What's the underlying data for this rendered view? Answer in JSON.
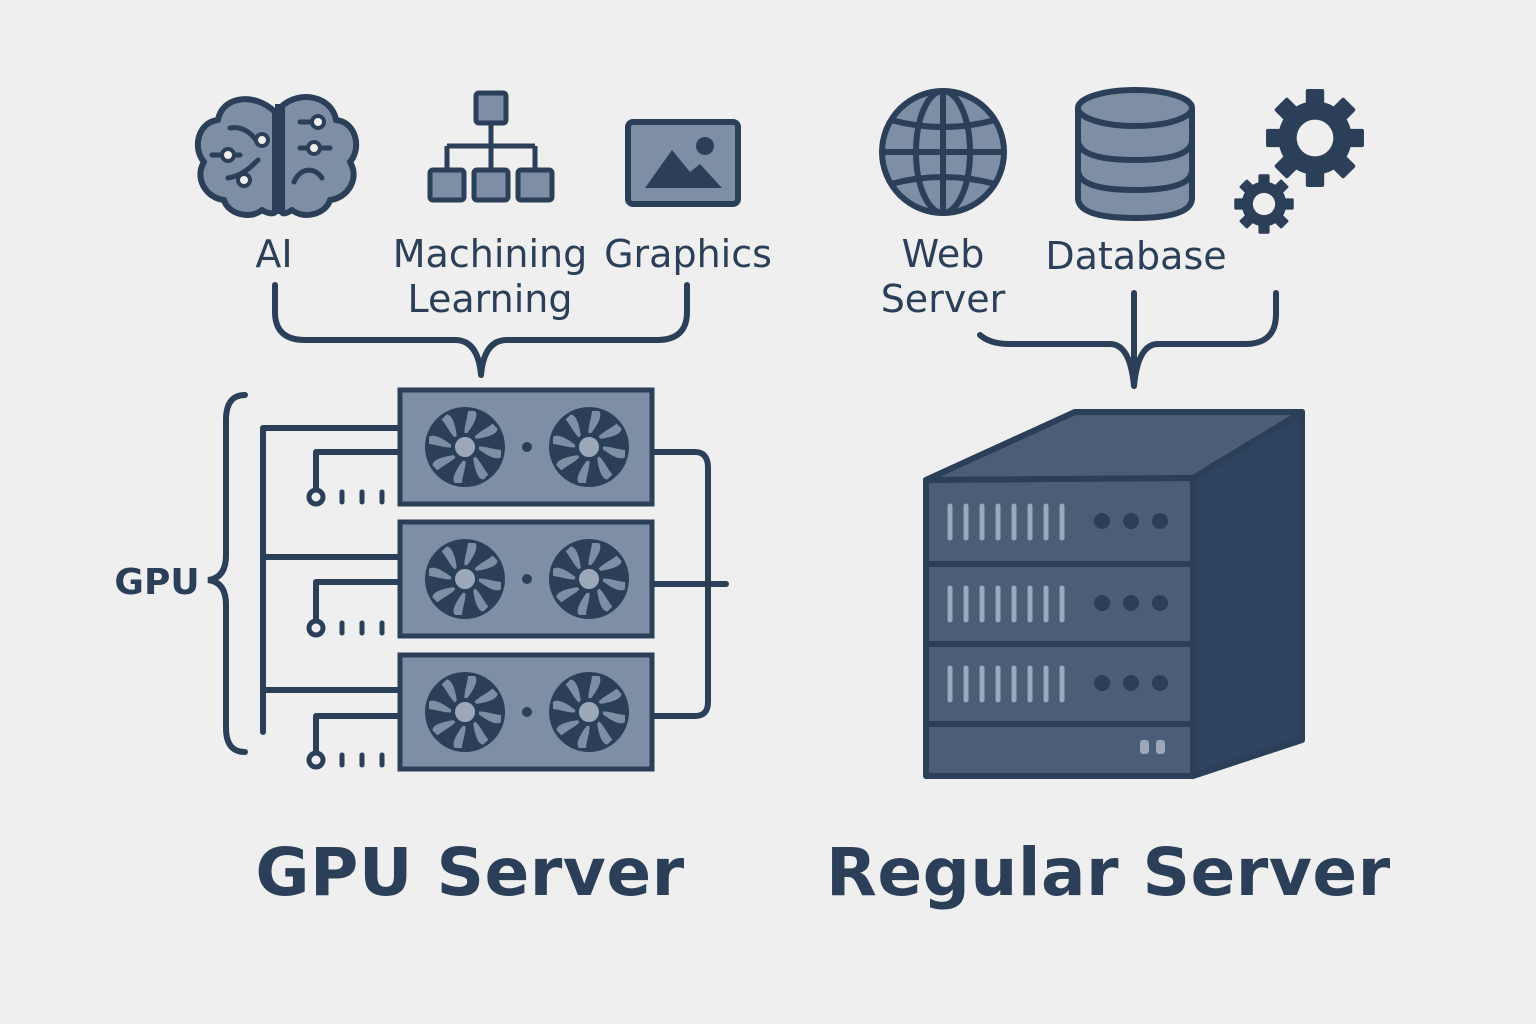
{
  "gpu_section": {
    "workloads": [
      {
        "label": "AI",
        "icon": "brain-icon"
      },
      {
        "label": "Machining\nLearning",
        "icon": "hierarchy-icon"
      },
      {
        "label": "Graphics",
        "icon": "image-icon"
      }
    ],
    "gpu_label": "GPU",
    "title": "GPU Server"
  },
  "regular_section": {
    "workloads": [
      {
        "label": "Web\nServer",
        "icon": "globe-icon"
      },
      {
        "label": "Database",
        "icon": "database-icon"
      },
      {
        "label": "",
        "icon": "gears-icon"
      }
    ],
    "title": "Regular Server"
  },
  "colors": {
    "background": "#efefef",
    "dark": "#2b3f58",
    "mid": "#7d8ea5",
    "cube_front": "#4a5e78",
    "cube_side": "#2d4360"
  }
}
